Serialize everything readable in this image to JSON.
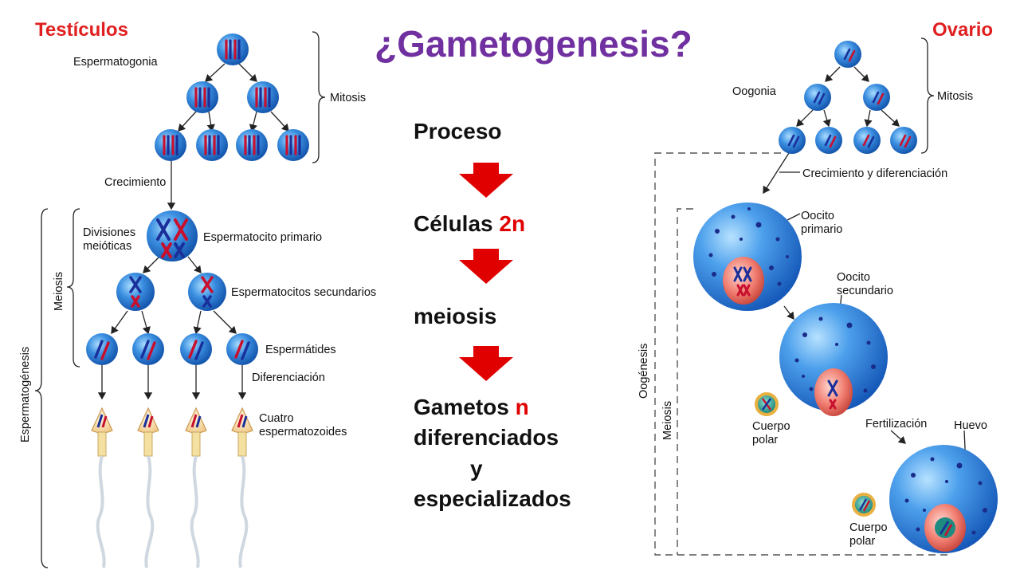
{
  "title": "¿Gametogenesis?",
  "left": {
    "heading": "Testículos",
    "labels": {
      "spermatogonia": "Espermatogonia",
      "mitosis": "Mitosis",
      "growth": "Crecimiento",
      "meiotic_divisions_1": "Divisiones",
      "meiotic_divisions_2": "meióticas",
      "primary": "Espermatocito primario",
      "secondary": "Espermatocitos secundarios",
      "spermatids": "Espermátides",
      "differentiation": "Diferenciación",
      "sperm_1": "Cuatro",
      "sperm_2": "espermatozoides",
      "meiosis": "Meiosis",
      "spermatogenesis": "Espermatogénesis"
    }
  },
  "center": {
    "step1": "Proceso",
    "step2_text": "Células ",
    "step2_accent": "2n",
    "step3": "meiosis",
    "step4_text": "Gametos ",
    "step4_accent": "n",
    "step4_line2": "diferenciados",
    "step4_line3": "y",
    "step4_line4": "especializados",
    "accent_color": "#e00000"
  },
  "right": {
    "heading": "Ovario",
    "labels": {
      "oogonia": "Oogonia",
      "mitosis": "Mitosis",
      "growth": "Crecimiento y diferenciación",
      "primary_1": "Oocito",
      "primary_2": "primario",
      "secondary_1": "Oocito",
      "secondary_2": "secundario",
      "polar1_1": "Cuerpo",
      "polar1_2": "polar",
      "fertilization": "Fertilización",
      "egg": "Huevo",
      "polar2_1": "Cuerpo",
      "polar2_2": "polar",
      "oogenesis": "Oogénesis",
      "meiosis": "Meiosis"
    }
  }
}
